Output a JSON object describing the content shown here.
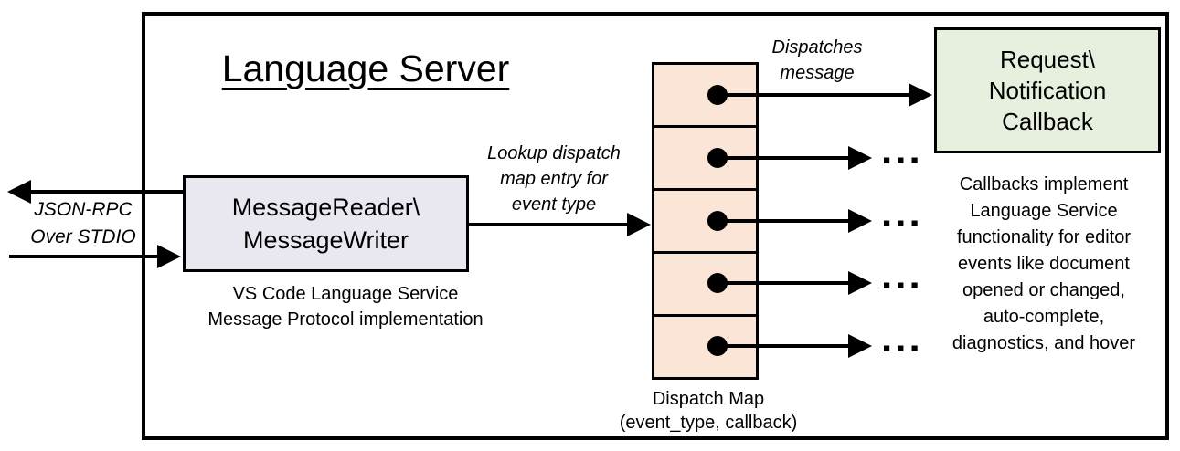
{
  "title": "Language Server",
  "io_label": {
    "line1": "JSON-RPC",
    "line2": "Over STDIO"
  },
  "message_box": {
    "line1": "MessageReader\\",
    "line2": "MessageWriter",
    "caption_line1": "VS Code Language Service",
    "caption_line2": "Message Protocol implementation"
  },
  "lookup_label": {
    "line1": "Lookup dispatch",
    "line2": "map entry for",
    "line3": "event type"
  },
  "dispatch_map": {
    "rows": 5,
    "caption_line1": "Dispatch Map",
    "caption_line2": "(event_type, callback)"
  },
  "dispatches_label": {
    "line1": "Dispatches",
    "line2": "message"
  },
  "callback_box": {
    "line1": "Request\\",
    "line2": "Notification",
    "line3": "Callback"
  },
  "ellipsis": "...",
  "callbacks_note": {
    "lines": [
      "Callbacks implement",
      "Language Service",
      "functionality for editor",
      "events like document",
      "opened or changed,",
      "auto-complete,",
      "diagnostics, and hover"
    ]
  },
  "colors": {
    "message_box_fill": "#e9e8f0",
    "dispatch_cell_fill": "#fbe5d6",
    "callback_box_fill": "#e7f0df",
    "line": "#000000"
  }
}
